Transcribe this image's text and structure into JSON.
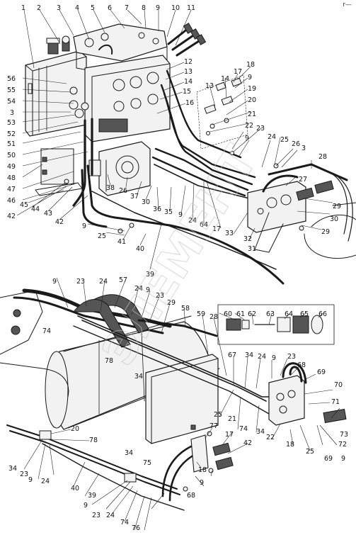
{
  "corner_mark": "r—",
  "watermark": "ЭЛЕМЕНТ",
  "callouts": [
    {
      "id": "c1",
      "text": "1"
    },
    {
      "id": "c2",
      "text": "2"
    },
    {
      "id": "c3",
      "text": "3"
    },
    {
      "id": "c4",
      "text": "4"
    },
    {
      "id": "c5",
      "text": "5"
    },
    {
      "id": "c6",
      "text": "6"
    },
    {
      "id": "c7",
      "text": "7"
    },
    {
      "id": "c8",
      "text": "8"
    },
    {
      "id": "c9",
      "text": "9"
    },
    {
      "id": "c10",
      "text": "10"
    },
    {
      "id": "c11",
      "text": "11"
    },
    {
      "id": "c12",
      "text": "12"
    },
    {
      "id": "c13",
      "text": "13"
    },
    {
      "id": "c14",
      "text": "14"
    },
    {
      "id": "c15",
      "text": "15"
    },
    {
      "id": "c16",
      "text": "16"
    },
    {
      "id": "c56",
      "text": "56"
    },
    {
      "id": "c55",
      "text": "55"
    },
    {
      "id": "c54",
      "text": "54"
    },
    {
      "id": "c3b",
      "text": "3"
    },
    {
      "id": "c53",
      "text": "53"
    },
    {
      "id": "c52",
      "text": "52"
    },
    {
      "id": "c51",
      "text": "51"
    },
    {
      "id": "c50",
      "text": "50"
    },
    {
      "id": "c49",
      "text": "49"
    },
    {
      "id": "c48",
      "text": "48"
    },
    {
      "id": "c47",
      "text": "47"
    },
    {
      "id": "c46",
      "text": "46"
    },
    {
      "id": "c42a",
      "text": "42"
    },
    {
      "id": "c45",
      "text": "45"
    },
    {
      "id": "c44",
      "text": "44"
    },
    {
      "id": "c43",
      "text": "43"
    },
    {
      "id": "c42b",
      "text": "42"
    },
    {
      "id": "c13r",
      "text": "13"
    },
    {
      "id": "c14r",
      "text": "14"
    },
    {
      "id": "c17r",
      "text": "17"
    },
    {
      "id": "c18r",
      "text": "18"
    },
    {
      "id": "c9r",
      "text": "9"
    },
    {
      "id": "c19r",
      "text": "19"
    },
    {
      "id": "c20r",
      "text": "20"
    },
    {
      "id": "c21r",
      "text": "21"
    },
    {
      "id": "c22r",
      "text": "22"
    },
    {
      "id": "c23r",
      "text": "23"
    },
    {
      "id": "c9r2",
      "text": "9"
    },
    {
      "id": "c24r",
      "text": "24"
    },
    {
      "id": "c25r",
      "text": "25"
    },
    {
      "id": "c26r",
      "text": "26"
    },
    {
      "id": "c3r",
      "text": "3"
    },
    {
      "id": "c28r",
      "text": "28"
    },
    {
      "id": "c27r",
      "text": "27"
    },
    {
      "id": "c29r",
      "text": "29"
    },
    {
      "id": "c30r",
      "text": "30"
    },
    {
      "id": "c29r2",
      "text": "29"
    },
    {
      "id": "c38",
      "text": "38"
    },
    {
      "id": "c26",
      "text": "26"
    },
    {
      "id": "c37",
      "text": "37"
    },
    {
      "id": "c30",
      "text": "30"
    },
    {
      "id": "c36",
      "text": "36"
    },
    {
      "id": "c35",
      "text": "35"
    },
    {
      "id": "c9m",
      "text": "9"
    },
    {
      "id": "c24m",
      "text": "24"
    },
    {
      "id": "c64",
      "text": "64"
    },
    {
      "id": "c17m",
      "text": "17"
    },
    {
      "id": "c33",
      "text": "33"
    },
    {
      "id": "c32",
      "text": "32"
    },
    {
      "id": "c31",
      "text": "31"
    },
    {
      "id": "c9l",
      "text": "9"
    },
    {
      "id": "c25l",
      "text": "25"
    },
    {
      "id": "c41",
      "text": "41"
    },
    {
      "id": "c40",
      "text": "40"
    },
    {
      "id": "c39",
      "text": "39"
    },
    {
      "id": "b9",
      "text": "9"
    },
    {
      "id": "b23",
      "text": "23"
    },
    {
      "id": "b24",
      "text": "24"
    },
    {
      "id": "b57",
      "text": "57"
    },
    {
      "id": "b24b",
      "text": "24"
    },
    {
      "id": "b9b",
      "text": "9"
    },
    {
      "id": "b23b",
      "text": "23"
    },
    {
      "id": "b29",
      "text": "29"
    },
    {
      "id": "b58",
      "text": "58"
    },
    {
      "id": "b59",
      "text": "59"
    },
    {
      "id": "b28",
      "text": "28"
    },
    {
      "id": "b74",
      "text": "74"
    },
    {
      "id": "b78",
      "text": "78"
    },
    {
      "id": "b34",
      "text": "34"
    },
    {
      "id": "b60",
      "text": "60"
    },
    {
      "id": "b61",
      "text": "61"
    },
    {
      "id": "b62",
      "text": "62"
    },
    {
      "id": "b63",
      "text": "63"
    },
    {
      "id": "b64",
      "text": "64"
    },
    {
      "id": "b65",
      "text": "65"
    },
    {
      "id": "b66",
      "text": "66"
    },
    {
      "id": "b67",
      "text": "67"
    },
    {
      "id": "b34r",
      "text": "34"
    },
    {
      "id": "b24r",
      "text": "24"
    },
    {
      "id": "b9r",
      "text": "9"
    },
    {
      "id": "b23r",
      "text": "23"
    },
    {
      "id": "b68",
      "text": "68"
    },
    {
      "id": "b69",
      "text": "69"
    },
    {
      "id": "b70",
      "text": "70"
    },
    {
      "id": "b71",
      "text": "71"
    },
    {
      "id": "b25r",
      "text": "25"
    },
    {
      "id": "b21",
      "text": "21"
    },
    {
      "id": "b74m",
      "text": "74"
    },
    {
      "id": "b34m",
      "text": "34"
    },
    {
      "id": "b22",
      "text": "22"
    },
    {
      "id": "b73",
      "text": "73"
    },
    {
      "id": "b18",
      "text": "18"
    },
    {
      "id": "b25b",
      "text": "25"
    },
    {
      "id": "b69b",
      "text": "69"
    },
    {
      "id": "b72",
      "text": "72"
    },
    {
      "id": "b9c",
      "text": "9"
    },
    {
      "id": "b20",
      "text": "20"
    },
    {
      "id": "b78l",
      "text": "78"
    },
    {
      "id": "b34l",
      "text": "34"
    },
    {
      "id": "b23l",
      "text": "23"
    },
    {
      "id": "b9l",
      "text": "9"
    },
    {
      "id": "b24l",
      "text": "24"
    },
    {
      "id": "b40",
      "text": "40"
    },
    {
      "id": "b39",
      "text": "39"
    },
    {
      "id": "b9l2",
      "text": "9"
    },
    {
      "id": "b23l2",
      "text": "23"
    },
    {
      "id": "b24l2",
      "text": "24"
    },
    {
      "id": "b34l2",
      "text": "34"
    },
    {
      "id": "b74l",
      "text": "74"
    },
    {
      "id": "b76",
      "text": "76"
    },
    {
      "id": "b75",
      "text": "75"
    },
    {
      "id": "b77",
      "text": "77"
    },
    {
      "id": "b17",
      "text": "17"
    },
    {
      "id": "b42",
      "text": "42"
    },
    {
      "id": "b18b",
      "text": "18"
    },
    {
      "id": "b9d",
      "text": "9"
    },
    {
      "id": "b68b",
      "text": "68"
    },
    {
      "id": "b69c",
      "text": "69"
    }
  ]
}
